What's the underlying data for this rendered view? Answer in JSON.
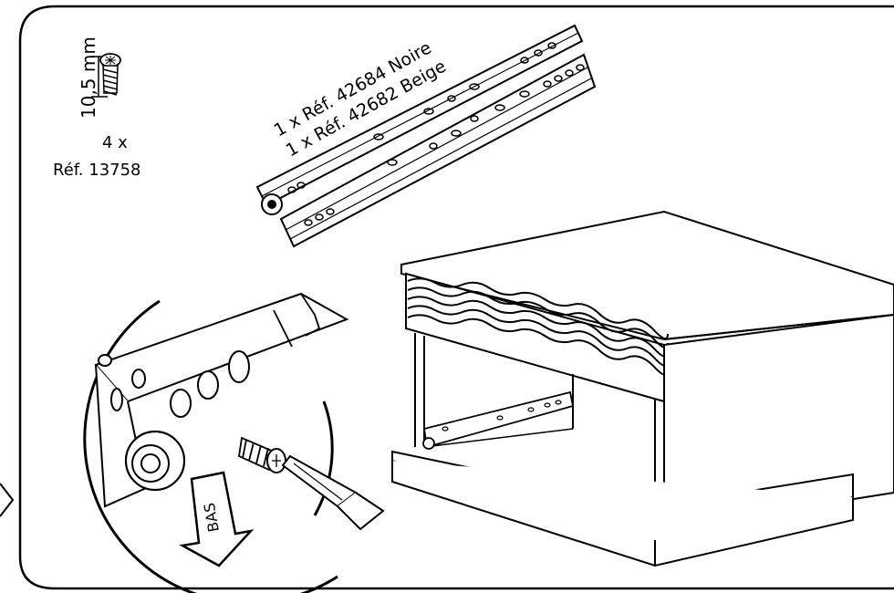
{
  "screw": {
    "dimension": "10,5 mm",
    "quantity": "4 x",
    "reference": "Réf. 13758"
  },
  "rails": {
    "line1": "1 x Réf. 42684 Noire",
    "line2": "1 x Réf. 42682 Beige"
  },
  "arrow": {
    "label": "BAS"
  },
  "icons": [
    "screw-icon",
    "drawer-rail-icon",
    "screwdriver-icon",
    "nightstand-icon",
    "down-arrow-icon"
  ],
  "colors": {
    "line": "#000000",
    "background": "#ffffff"
  }
}
